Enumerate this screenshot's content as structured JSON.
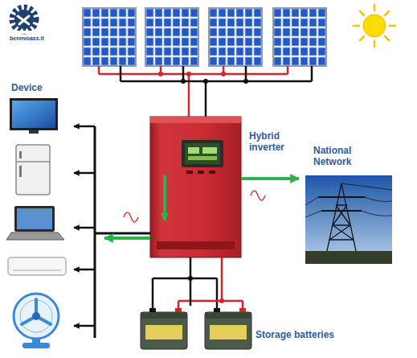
{
  "diagram": {
    "nodes": [
      {
        "text": [
          "Device"
        ]
      },
      {
        "text": [
          "Hybrid inverter"
        ]
      },
      {
        "text": [
          "National Network"
        ]
      },
      {
        "text": [
          "Storage batteries"
        ]
      }
    ],
    "edges": [
      {
        "from": 1,
        "to": 2,
        "arrow": "to"
      },
      {
        "from": 1,
        "to": 0,
        "arrow": "to"
      },
      {
        "from": 1,
        "to": 3,
        "arrow": "none"
      }
    ],
    "labels": [
      "bennvoass.it"
    ]
  }
}
